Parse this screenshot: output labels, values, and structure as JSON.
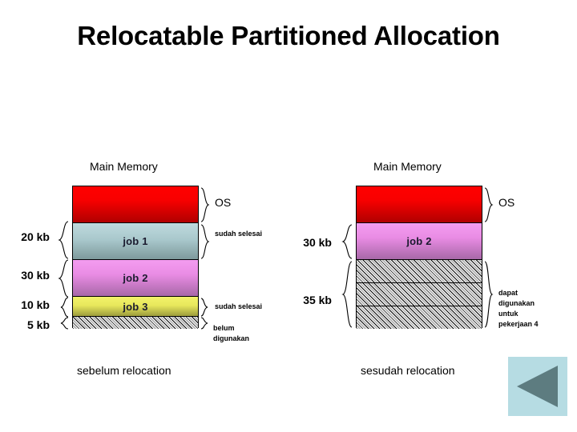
{
  "slide": {
    "title": "Relocatable Partitioned Allocation"
  },
  "colors": {
    "os_block": "#ff0000",
    "job1_block": "#a9c8cc",
    "job2_block": "#e98ce4",
    "job3_block": "#e8e85c",
    "free_block": "#ffffff",
    "back_button_bg": "#b6dce3",
    "back_button_arrow": "#5d7c80"
  },
  "before": {
    "heading": "Main Memory",
    "caption": "sebelum relocation",
    "blocks": [
      {
        "label": "",
        "kind": "os"
      },
      {
        "label": "job 1",
        "kind": "job1"
      },
      {
        "label": "job 2",
        "kind": "job2"
      },
      {
        "label": "job 3",
        "kind": "job3"
      },
      {
        "label": "",
        "kind": "free"
      }
    ],
    "size_labels": [
      "20 kb",
      "30 kb",
      "10 kb",
      "5 kb"
    ],
    "notes": {
      "os": "OS",
      "job1_status": "sudah selesai",
      "job3_status": "sudah selesai",
      "free_status_line1": "belum",
      "free_status_line2": "digunakan"
    }
  },
  "after": {
    "heading": "Main Memory",
    "caption": "sesudah relocation",
    "blocks": [
      {
        "label": "",
        "kind": "os"
      },
      {
        "label": "job 2",
        "kind": "job2"
      },
      {
        "label": "",
        "kind": "free"
      },
      {
        "label": "",
        "kind": "free"
      },
      {
        "label": "",
        "kind": "free"
      }
    ],
    "size_labels": [
      "30 kb",
      "35 kb"
    ],
    "notes": {
      "os": "OS",
      "free_line1": "dapat",
      "free_line2": "digunakan",
      "free_line3": "untuk",
      "free_line4": "pekerjaan 4"
    }
  },
  "back_button": {
    "icon": "triangle-left-icon"
  }
}
